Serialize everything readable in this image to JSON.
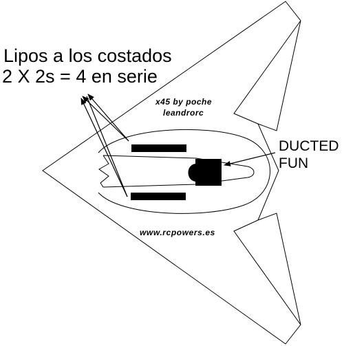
{
  "labels": {
    "batteries_line1": "Lipos  a los costados",
    "batteries_line2": "2 X 2s = 4 en serie",
    "credit_line1": "x45 by poche",
    "credit_line2": "leandrorc",
    "website": "www.rcpowers.es",
    "fan_line1": "DUCTED",
    "fan_line2": "FUN"
  },
  "colors": {
    "line": "#000000",
    "fill_dark": "#000000",
    "background": "#ffffff"
  }
}
